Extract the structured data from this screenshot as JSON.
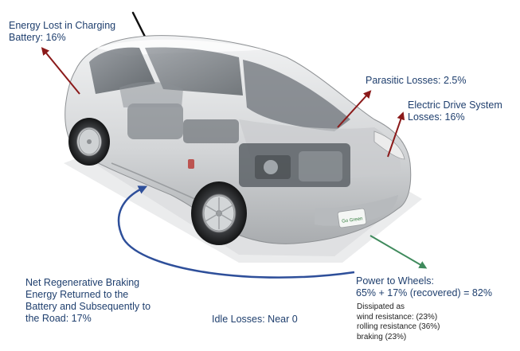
{
  "labels": {
    "charging": [
      "Energy Lost in Charging",
      "Battery: 16%"
    ],
    "parasitic": "Parasitic Losses: 2.5%",
    "drive": [
      "Electric Drive System",
      "Losses: 16%"
    ],
    "regen": [
      "Net Regenerative Braking",
      "Energy Returned to the",
      "Battery and Subsequently to",
      "the Road: 17%"
    ],
    "idle": "Idle Losses: Near 0",
    "wheels": [
      "Power to Wheels:",
      "65% + 17% (recovered) = 82%"
    ],
    "dissipated": [
      "Dissipated as",
      "wind resistance: (23%)",
      "rolling resistance (36%)",
      "braking (23%)"
    ]
  },
  "car": {
    "plate_text": "Go Green"
  },
  "colors": {
    "text": "#1f3f6e",
    "loss_arrow": "#8b1a1a",
    "regen_arrow": "#2e4f9a",
    "wheels_arrow": "#3f8a5c",
    "car_body": "#d6d8da"
  }
}
